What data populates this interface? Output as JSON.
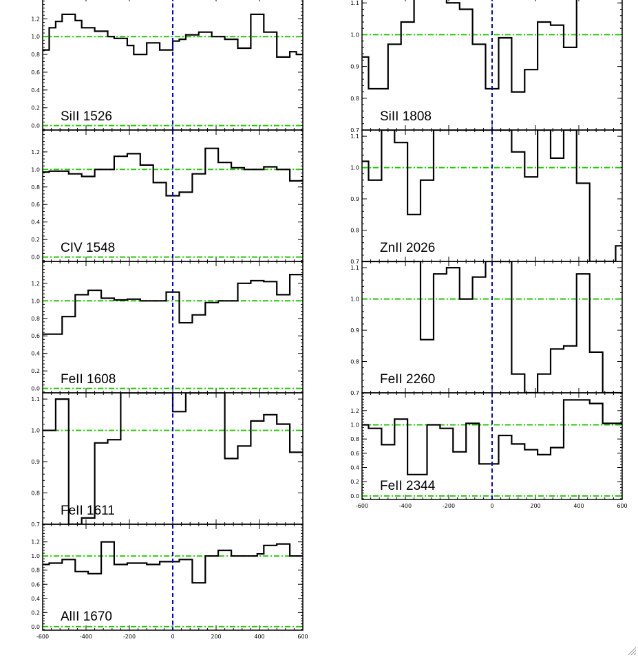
{
  "chart_data": [
    {
      "type": "line",
      "label": "SiII 1526",
      "ylim": [
        -0.05,
        1.45
      ],
      "yticks": [
        "0.0",
        "0.2",
        "0.4",
        "0.6",
        "0.8",
        "1.0",
        "1.2"
      ],
      "xlim": [
        -600,
        600
      ],
      "x": [
        -600,
        -570,
        -540,
        -510,
        -480,
        -450,
        -420,
        -390,
        -360,
        -330,
        -300,
        -270,
        -240,
        -210,
        -180,
        -150,
        -120,
        -90,
        -60,
        -30,
        0,
        30,
        60,
        90,
        120,
        150,
        180,
        210,
        240,
        270,
        300,
        330,
        360,
        390,
        420,
        450,
        480,
        510,
        540,
        570
      ],
      "y": [
        0.85,
        1.1,
        1.17,
        1.25,
        1.25,
        1.18,
        1.1,
        1.1,
        1.06,
        1.06,
        1.0,
        0.98,
        0.98,
        0.9,
        0.8,
        0.8,
        0.93,
        0.93,
        0.85,
        0.85,
        0.95,
        0.97,
        1.02,
        1.02,
        1.05,
        1.05,
        1.0,
        1.0,
        0.97,
        0.97,
        0.87,
        0.87,
        1.25,
        1.25,
        1.05,
        1.05,
        0.77,
        0.77,
        0.83,
        0.8
      ]
    },
    {
      "type": "line",
      "label": "CIV 1548",
      "ylim": [
        -0.05,
        1.45
      ],
      "yticks": [
        "0.0",
        "0.2",
        "0.4",
        "0.6",
        "0.8",
        "1.0",
        "1.2"
      ],
      "xlim": [
        -600,
        600
      ],
      "x": [
        -600,
        -570,
        -540,
        -510,
        -480,
        -450,
        -420,
        -390,
        -360,
        -330,
        -300,
        -270,
        -240,
        -210,
        -180,
        -150,
        -120,
        -90,
        -60,
        -30,
        0,
        30,
        60,
        90,
        120,
        150,
        180,
        210,
        240,
        270,
        300,
        330,
        360,
        390,
        420,
        450,
        480,
        510,
        540,
        570
      ],
      "y": [
        0.97,
        0.98,
        0.98,
        0.98,
        0.95,
        0.95,
        0.92,
        0.92,
        1.0,
        1.0,
        1.0,
        1.15,
        1.15,
        1.18,
        1.18,
        1.05,
        1.05,
        0.85,
        0.85,
        0.7,
        0.7,
        0.74,
        0.74,
        0.95,
        0.95,
        1.24,
        1.24,
        1.08,
        1.08,
        1.02,
        1.02,
        1.0,
        1.0,
        1.0,
        1.03,
        1.03,
        1.0,
        1.0,
        0.87,
        0.87
      ]
    },
    {
      "type": "line",
      "label": "FeII 1608",
      "ylim": [
        -0.05,
        1.45
      ],
      "yticks": [
        "0.0",
        "0.2",
        "0.4",
        "0.6",
        "0.8",
        "1.0",
        "1.2"
      ],
      "xlim": [
        -600,
        600
      ],
      "x": [
        -600,
        -570,
        -540,
        -510,
        -480,
        -450,
        -420,
        -390,
        -360,
        -330,
        -300,
        -270,
        -240,
        -210,
        -180,
        -150,
        -120,
        -90,
        -60,
        -30,
        0,
        30,
        60,
        90,
        120,
        150,
        180,
        210,
        240,
        270,
        300,
        330,
        360,
        390,
        420,
        450,
        480,
        510,
        540,
        570
      ],
      "y": [
        0.62,
        0.62,
        0.62,
        0.82,
        0.82,
        1.07,
        1.07,
        1.12,
        1.12,
        1.03,
        1.03,
        1.01,
        1.01,
        1.02,
        1.02,
        1.0,
        1.0,
        1.0,
        1.0,
        1.1,
        1.1,
        0.75,
        0.75,
        0.84,
        0.84,
        0.98,
        0.98,
        1.0,
        1.0,
        1.0,
        1.2,
        1.2,
        1.23,
        1.23,
        1.22,
        1.22,
        1.07,
        1.07,
        1.3,
        1.3
      ]
    },
    {
      "type": "line",
      "label": "FeII 1611",
      "ylim": [
        0.7,
        1.12
      ],
      "yticks": [
        "0.7",
        "0.8",
        "0.9",
        "1.0",
        "1.1"
      ],
      "xlim": [
        -600,
        600
      ],
      "x": [
        -600,
        -570,
        -540,
        -510,
        -480,
        -450,
        -420,
        -390,
        -360,
        -330,
        -300,
        -270,
        -240,
        -210,
        -180,
        -150,
        -120,
        -90,
        -60,
        -30,
        0,
        30,
        60,
        90,
        120,
        150,
        180,
        210,
        240,
        270,
        300,
        330,
        360,
        390,
        420,
        450,
        480,
        510,
        540,
        570
      ],
      "y": [
        1.0,
        1.0,
        1.1,
        1.1,
        0.7,
        0.7,
        0.72,
        0.72,
        0.96,
        0.96,
        0.97,
        0.97,
        1.12,
        1.12,
        1.12,
        1.12,
        1.12,
        1.12,
        1.12,
        1.12,
        1.06,
        1.06,
        1.12,
        1.12,
        1.12,
        1.12,
        1.12,
        1.12,
        0.91,
        0.91,
        0.95,
        0.95,
        1.03,
        1.03,
        1.05,
        1.05,
        1.02,
        1.02,
        0.93,
        0.93
      ]
    },
    {
      "type": "line",
      "label": "AlII 1670",
      "ylim": [
        -0.05,
        1.45
      ],
      "yticks": [
        "0.0",
        "0.2",
        "0.4",
        "0.6",
        "0.8",
        "1.0",
        "1.2"
      ],
      "xlim": [
        -600,
        600
      ],
      "xlabels": [
        "-600",
        "-400",
        "-200",
        "0",
        "200",
        "400",
        "600"
      ],
      "x": [
        -600,
        -570,
        -540,
        -510,
        -480,
        -450,
        -420,
        -390,
        -360,
        -330,
        -300,
        -270,
        -240,
        -210,
        -180,
        -150,
        -120,
        -90,
        -60,
        -30,
        0,
        30,
        60,
        90,
        120,
        150,
        180,
        210,
        240,
        270,
        300,
        330,
        360,
        390,
        420,
        450,
        480,
        510,
        540,
        570
      ],
      "y": [
        0.88,
        0.9,
        0.9,
        0.95,
        0.95,
        0.78,
        0.78,
        0.75,
        0.75,
        1.2,
        1.2,
        0.88,
        0.88,
        0.9,
        0.9,
        0.9,
        0.88,
        0.88,
        0.92,
        0.92,
        0.92,
        0.95,
        0.95,
        0.62,
        0.62,
        1.0,
        1.0,
        1.08,
        1.08,
        1.0,
        1.0,
        1.0,
        1.0,
        1.03,
        1.15,
        1.15,
        1.17,
        1.17,
        1.0,
        1.0
      ]
    },
    {
      "type": "line",
      "label": "SiII 1808",
      "ylim": [
        0.7,
        1.12
      ],
      "yticks": [
        "0.7",
        "0.8",
        "0.9",
        "1.0",
        "1.1"
      ],
      "xlim": [
        -600,
        600
      ],
      "x": [
        -600,
        -570,
        -540,
        -510,
        -480,
        -450,
        -420,
        -390,
        -360,
        -330,
        -300,
        -270,
        -240,
        -210,
        -180,
        -150,
        -120,
        -90,
        -60,
        -30,
        0,
        30,
        60,
        90,
        120,
        150,
        180,
        210,
        240,
        270,
        300,
        330,
        360,
        390,
        420,
        450,
        480,
        510,
        540,
        570
      ],
      "y": [
        0.93,
        0.83,
        0.83,
        0.83,
        0.97,
        0.97,
        1.04,
        1.04,
        1.12,
        1.12,
        1.12,
        1.12,
        1.12,
        1.1,
        1.1,
        1.08,
        1.08,
        0.97,
        0.97,
        0.83,
        0.83,
        0.99,
        0.99,
        0.82,
        0.82,
        0.89,
        0.89,
        1.04,
        1.04,
        1.03,
        1.03,
        0.96,
        0.96,
        1.12,
        1.12,
        1.12,
        1.12,
        1.12,
        1.12,
        1.12
      ]
    },
    {
      "type": "line",
      "label": "ZnII 2026",
      "ylim": [
        0.7,
        1.12
      ],
      "yticks": [
        "0.7",
        "0.8",
        "0.9",
        "1.0",
        "1.1"
      ],
      "xlim": [
        -600,
        600
      ],
      "x": [
        -600,
        -570,
        -540,
        -510,
        -480,
        -450,
        -420,
        -390,
        -360,
        -330,
        -300,
        -270,
        -240,
        -210,
        -180,
        -150,
        -120,
        -90,
        -60,
        -30,
        0,
        30,
        60,
        90,
        120,
        150,
        180,
        210,
        240,
        270,
        300,
        330,
        360,
        390,
        420,
        450,
        480,
        510,
        540,
        570
      ],
      "y": [
        1.02,
        0.96,
        0.96,
        1.12,
        1.12,
        1.08,
        1.08,
        0.85,
        0.85,
        0.96,
        0.96,
        1.12,
        1.12,
        1.12,
        1.12,
        1.12,
        1.12,
        1.12,
        1.12,
        1.12,
        1.12,
        1.12,
        1.12,
        1.05,
        1.05,
        0.97,
        0.97,
        1.12,
        1.12,
        1.03,
        1.03,
        1.12,
        1.12,
        0.95,
        0.95,
        0.7,
        0.7,
        0.7,
        0.7,
        0.75
      ]
    },
    {
      "type": "line",
      "label": "FeII 2260",
      "ylim": [
        0.7,
        1.12
      ],
      "yticks": [
        "0.7",
        "0.8",
        "0.9",
        "1.0",
        "1.1"
      ],
      "xlim": [
        -600,
        600
      ],
      "x": [
        -600,
        -570,
        -540,
        -510,
        -480,
        -450,
        -420,
        -390,
        -360,
        -330,
        -300,
        -270,
        -240,
        -210,
        -180,
        -150,
        -120,
        -90,
        -60,
        -30,
        0,
        30,
        60,
        90,
        120,
        150,
        180,
        210,
        240,
        270,
        300,
        330,
        360,
        390,
        420,
        450,
        480,
        510,
        540,
        570
      ],
      "y": [
        1.12,
        1.12,
        1.12,
        1.12,
        1.12,
        1.12,
        1.12,
        1.12,
        1.12,
        0.87,
        0.87,
        1.08,
        1.08,
        1.1,
        1.1,
        1.0,
        1.0,
        1.07,
        1.07,
        1.12,
        1.12,
        1.12,
        1.12,
        0.76,
        0.76,
        0.7,
        0.7,
        0.76,
        0.76,
        0.84,
        0.84,
        0.85,
        0.85,
        1.08,
        1.08,
        0.83,
        0.83,
        0.7,
        0.7,
        0.7
      ]
    },
    {
      "type": "line",
      "label": "FeII 2344",
      "ylim": [
        -0.05,
        1.45
      ],
      "yticks": [
        "0.0",
        "0.2",
        "0.4",
        "0.6",
        "0.8",
        "1.0",
        "1.2"
      ],
      "xlim": [
        -600,
        600
      ],
      "xlabels": [
        "-600",
        "-400",
        "-200",
        "0",
        "200",
        "400",
        "600"
      ],
      "x": [
        -600,
        -570,
        -540,
        -510,
        -480,
        -450,
        -420,
        -390,
        -360,
        -330,
        -300,
        -270,
        -240,
        -210,
        -180,
        -150,
        -120,
        -90,
        -60,
        -30,
        0,
        30,
        60,
        90,
        120,
        150,
        180,
        210,
        240,
        270,
        300,
        330,
        360,
        390,
        420,
        450,
        480,
        510,
        540,
        570
      ],
      "y": [
        1.0,
        0.95,
        0.95,
        0.72,
        0.72,
        1.08,
        1.08,
        0.3,
        0.3,
        0.3,
        1.0,
        1.0,
        0.95,
        0.95,
        0.62,
        0.62,
        1.02,
        1.02,
        0.45,
        0.45,
        0.45,
        0.85,
        0.85,
        0.73,
        0.73,
        0.65,
        0.65,
        0.58,
        0.58,
        0.68,
        0.68,
        1.35,
        1.35,
        1.35,
        1.35,
        1.3,
        1.3,
        1.02,
        1.02,
        1.02
      ]
    }
  ],
  "colors": {
    "data": "#000000",
    "continuum": "#22cc00",
    "zero_line": "#0000dd",
    "axis": "#000000"
  }
}
